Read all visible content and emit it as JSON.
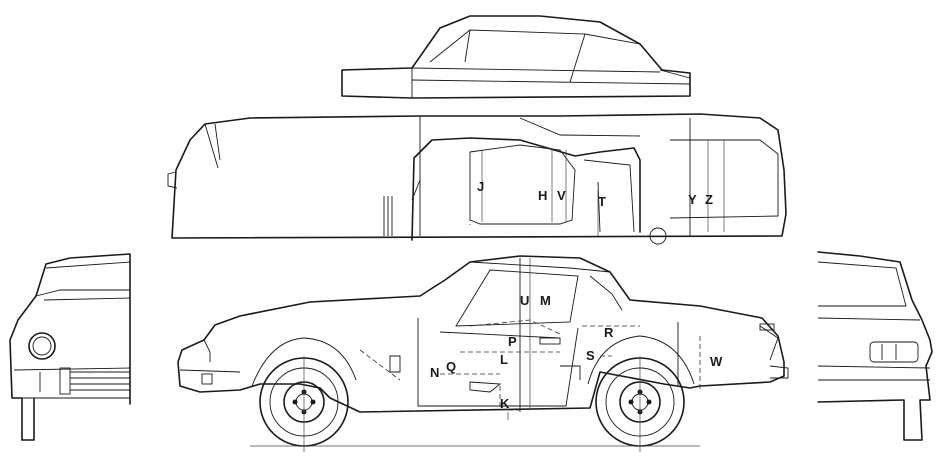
{
  "labels": {
    "J": "J",
    "H": "H",
    "V": "V",
    "T": "T",
    "Y": "Y",
    "Z": "Z",
    "U": "U",
    "M": "M",
    "P": "P",
    "R": "R",
    "L": "L",
    "S": "S",
    "N": "N",
    "Q": "Q",
    "W": "W",
    "K": "K"
  }
}
